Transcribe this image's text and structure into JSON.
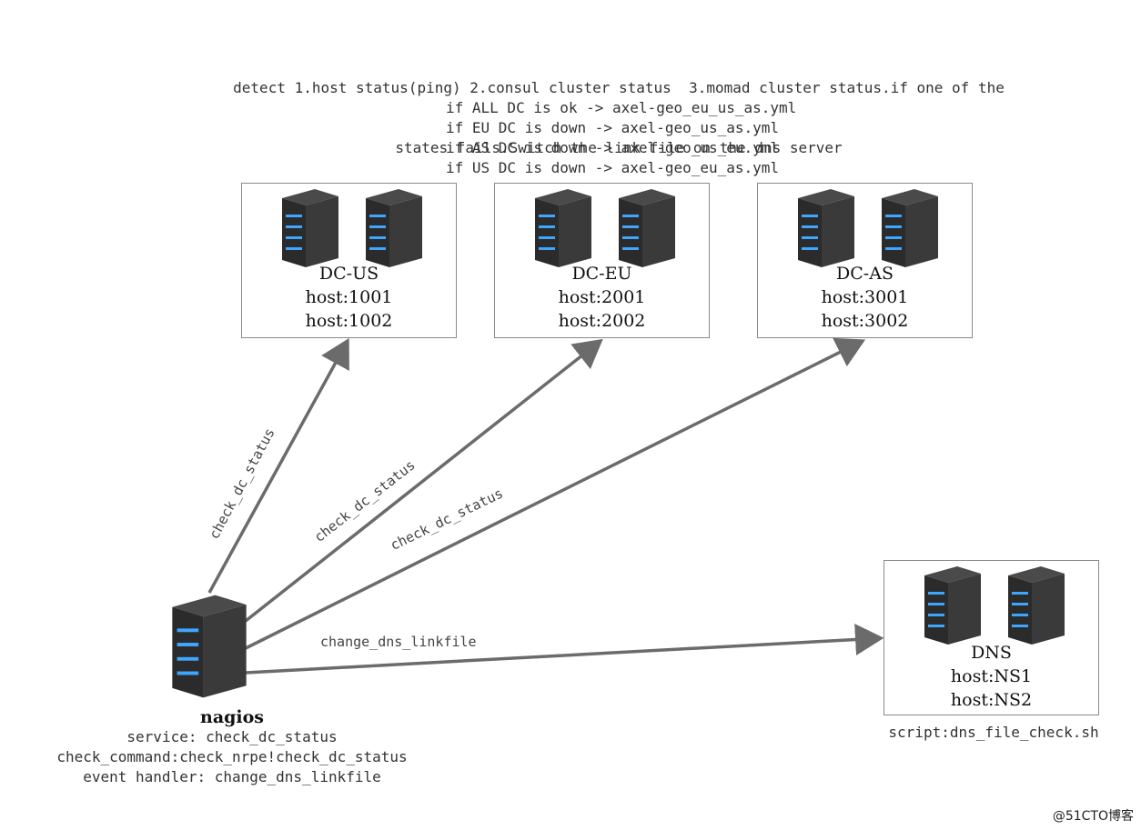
{
  "header": {
    "line1": "detect 1.host status(ping) 2.consul cluster status  3.momad cluster status.if one of the",
    "line2": "states fails.Switch the link file on the dns server"
  },
  "rules": [
    "if ALL DC is ok -> axel-geo_eu_us_as.yml",
    "if EU DC is down -> axel-geo_us_as.yml",
    "if AS DC is down -> axel-geo_us_eu.yml",
    "if US DC is down -> axel-geo_eu_as.yml"
  ],
  "dc_us": {
    "name": "DC-US",
    "host1": "host:1001",
    "host2": "host:1002"
  },
  "dc_eu": {
    "name": "DC-EU",
    "host1": "host:2001",
    "host2": "host:2002"
  },
  "dc_as": {
    "name": "DC-AS",
    "host1": "host:3001",
    "host2": "host:3002"
  },
  "dns": {
    "name": "DNS",
    "host1": "host:NS1",
    "host2": "host:NS2",
    "script": "script:dns_file_check.sh"
  },
  "edges": {
    "to_us": "check_dc_status",
    "to_eu": "check_dc_status",
    "to_as": "check_dc_status",
    "to_dns": "change_dns_linkfile"
  },
  "nagios": {
    "title": "nagios",
    "service": "service: check_dc_status",
    "check_command": "check_command:check_nrpe!check_dc_status",
    "event_handler": "event handler: change_dns_linkfile"
  },
  "watermark": "@51CTO博客",
  "colors": {
    "arrow": "#6b6b6b",
    "box_border": "#8a8a8a",
    "server_body": "#2f2f2f",
    "server_light": "#3ea6ff"
  }
}
